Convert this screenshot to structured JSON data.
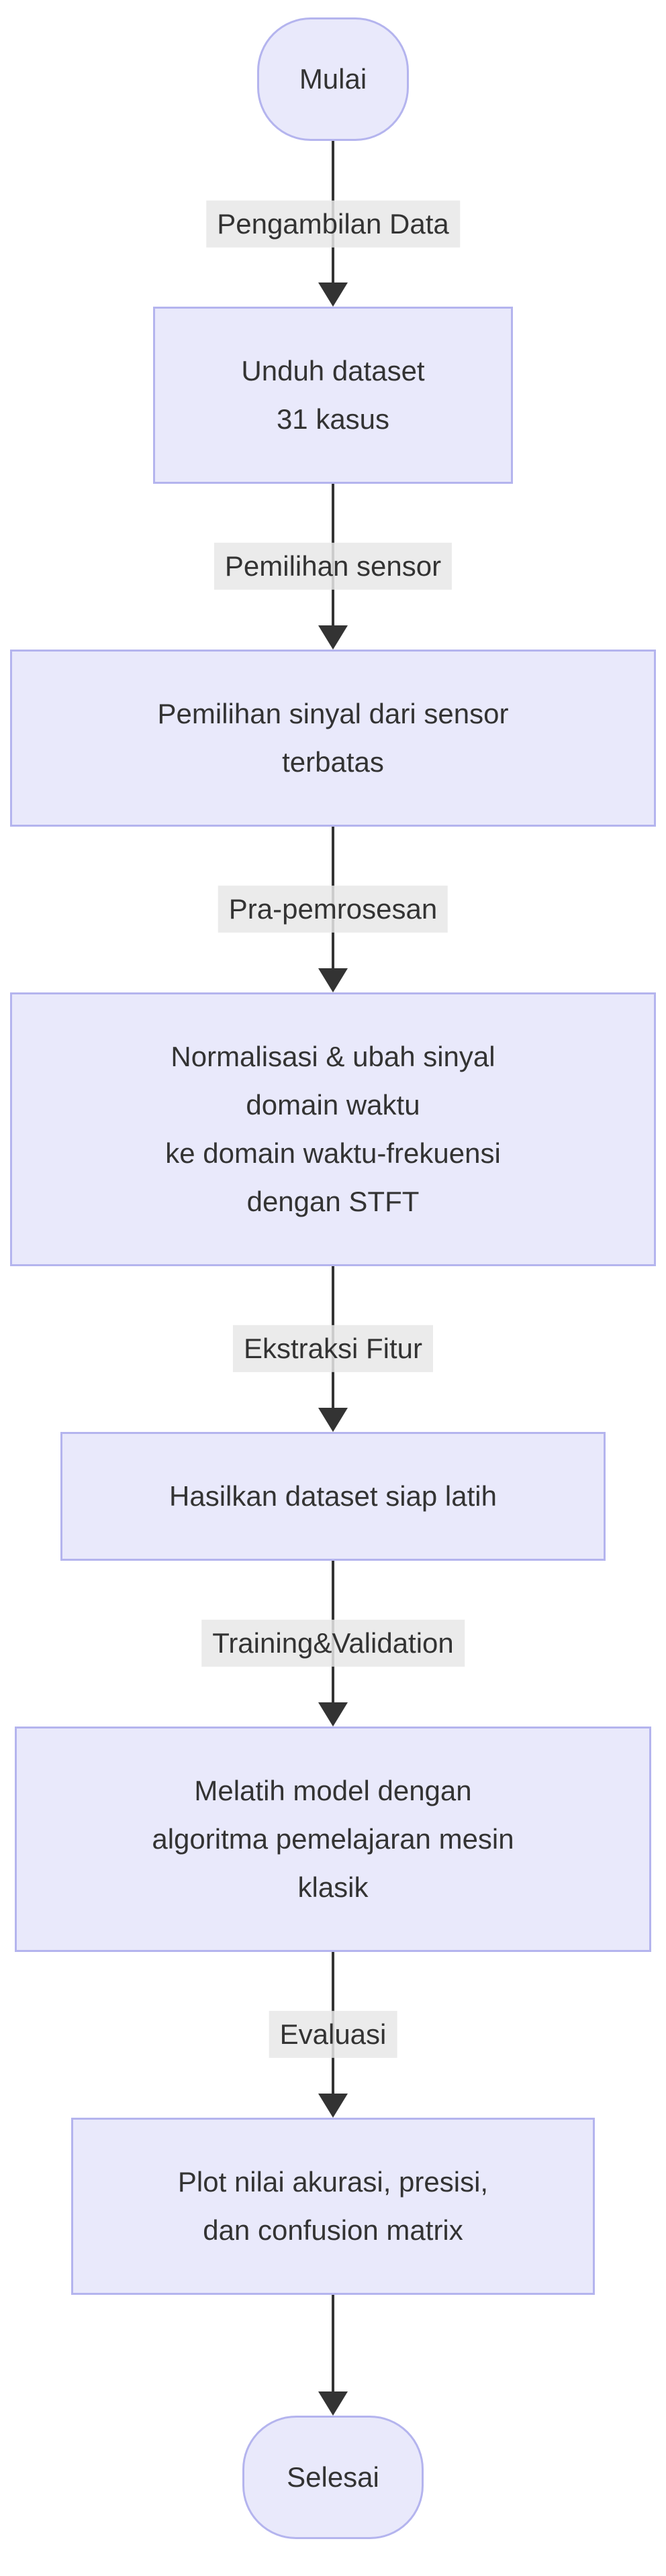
{
  "diagram": {
    "type": "flowchart",
    "direction": "top-down",
    "nodes": [
      {
        "id": "mulai",
        "shape": "stadium",
        "lines": [
          "Mulai"
        ]
      },
      {
        "id": "unduh-dataset",
        "shape": "process",
        "lines": [
          "Unduh dataset",
          "31 kasus"
        ]
      },
      {
        "id": "pemilihan-sinyal",
        "shape": "process",
        "lines": [
          "Pemilihan sinyal dari sensor",
          "terbatas"
        ]
      },
      {
        "id": "normalisasi-stft",
        "shape": "process",
        "lines": [
          "Normalisasi & ubah sinyal",
          "domain waktu",
          "ke domain waktu-frekuensi",
          "dengan STFT"
        ]
      },
      {
        "id": "hasilkan-dataset",
        "shape": "process",
        "lines": [
          "Hasilkan dataset siap latih"
        ]
      },
      {
        "id": "melatih-model",
        "shape": "process",
        "lines": [
          "Melatih model dengan",
          "algoritma pemelajaran mesin",
          "klasik"
        ]
      },
      {
        "id": "plot-evaluasi",
        "shape": "process",
        "lines": [
          "Plot nilai akurasi, presisi,",
          "dan confusion matrix"
        ]
      },
      {
        "id": "selesai",
        "shape": "stadium",
        "lines": [
          "Selesai"
        ]
      }
    ],
    "edges": [
      {
        "from": "mulai",
        "to": "unduh-dataset",
        "label": "Pengambilan Data"
      },
      {
        "from": "unduh-dataset",
        "to": "pemilihan-sinyal",
        "label": "Pemilihan sensor"
      },
      {
        "from": "pemilihan-sinyal",
        "to": "normalisasi-stft",
        "label": "Pra-pemrosesan"
      },
      {
        "from": "normalisasi-stft",
        "to": "hasilkan-dataset",
        "label": "Ekstraksi Fitur"
      },
      {
        "from": "hasilkan-dataset",
        "to": "melatih-model",
        "label": "Training&Validation"
      },
      {
        "from": "melatih-model",
        "to": "plot-evaluasi",
        "label": "Evaluasi"
      },
      {
        "from": "plot-evaluasi",
        "to": "selesai",
        "label": ""
      }
    ],
    "colors": {
      "node-fill": "#E9E9FB",
      "node-border": "#B4B4EE",
      "text": "#333333",
      "edge": "#333333",
      "label-bg": "#E8E8E8",
      "background": "#FFFFFF"
    }
  }
}
